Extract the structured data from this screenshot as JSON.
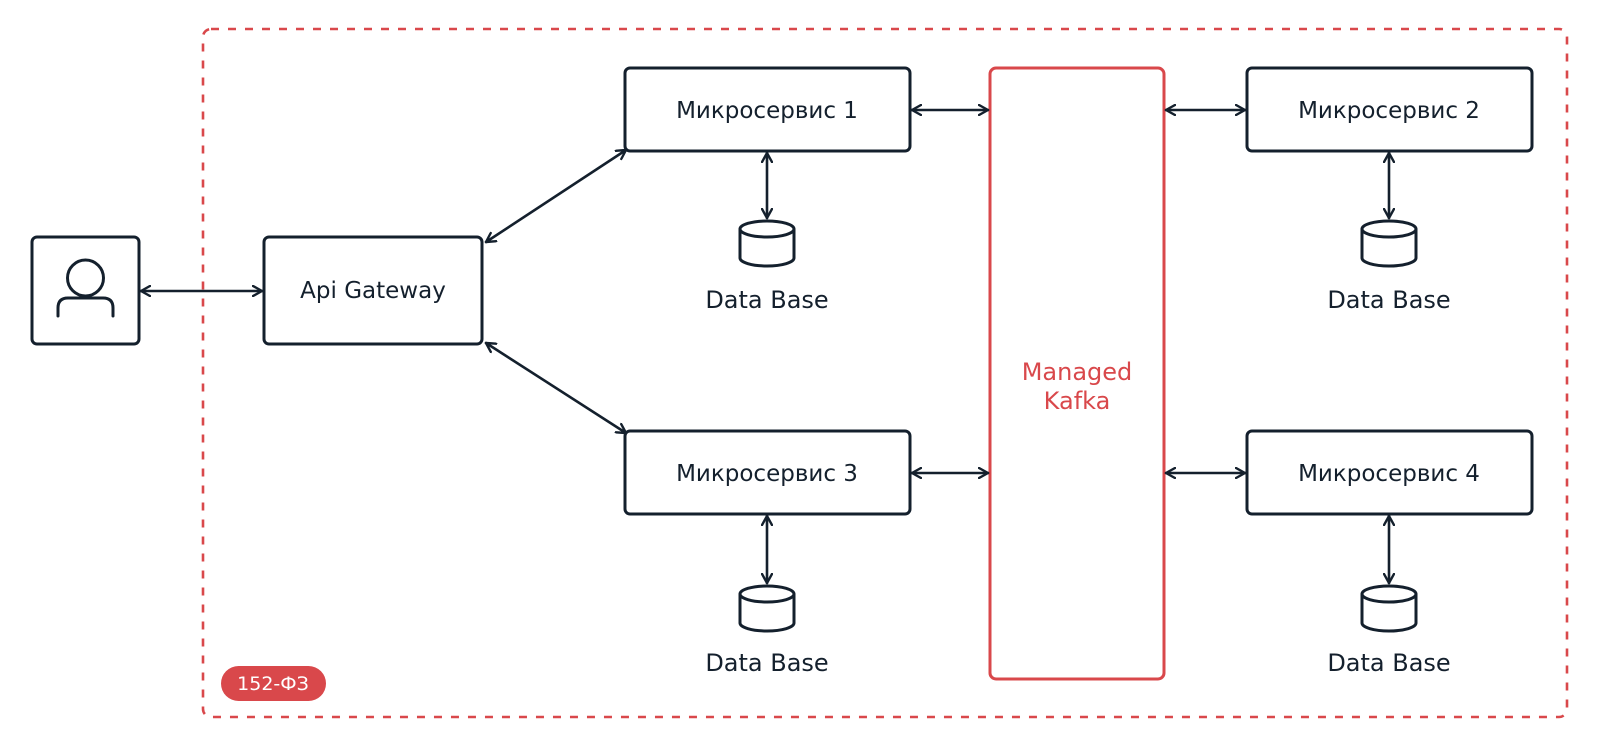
{
  "diagram": {
    "zone": {
      "label": "152-ФЗ"
    },
    "gateway": {
      "label": "Api Gateway"
    },
    "broker": {
      "line1": "Managed",
      "line2": "Kafka"
    },
    "services": [
      {
        "label": "Микросервис 1",
        "db_label": "Data Base"
      },
      {
        "label": "Микросервис 2",
        "db_label": "Data Base"
      },
      {
        "label": "Микросервис 3",
        "db_label": "Data Base"
      },
      {
        "label": "Микросервис 4",
        "db_label": "Data Base"
      }
    ],
    "icons": {
      "user": "user-icon",
      "database": "database-icon"
    }
  },
  "colors": {
    "dark": "#14202d",
    "accent": "#d9484b",
    "badge_text": "#ffffff",
    "background": "#ffffff"
  }
}
